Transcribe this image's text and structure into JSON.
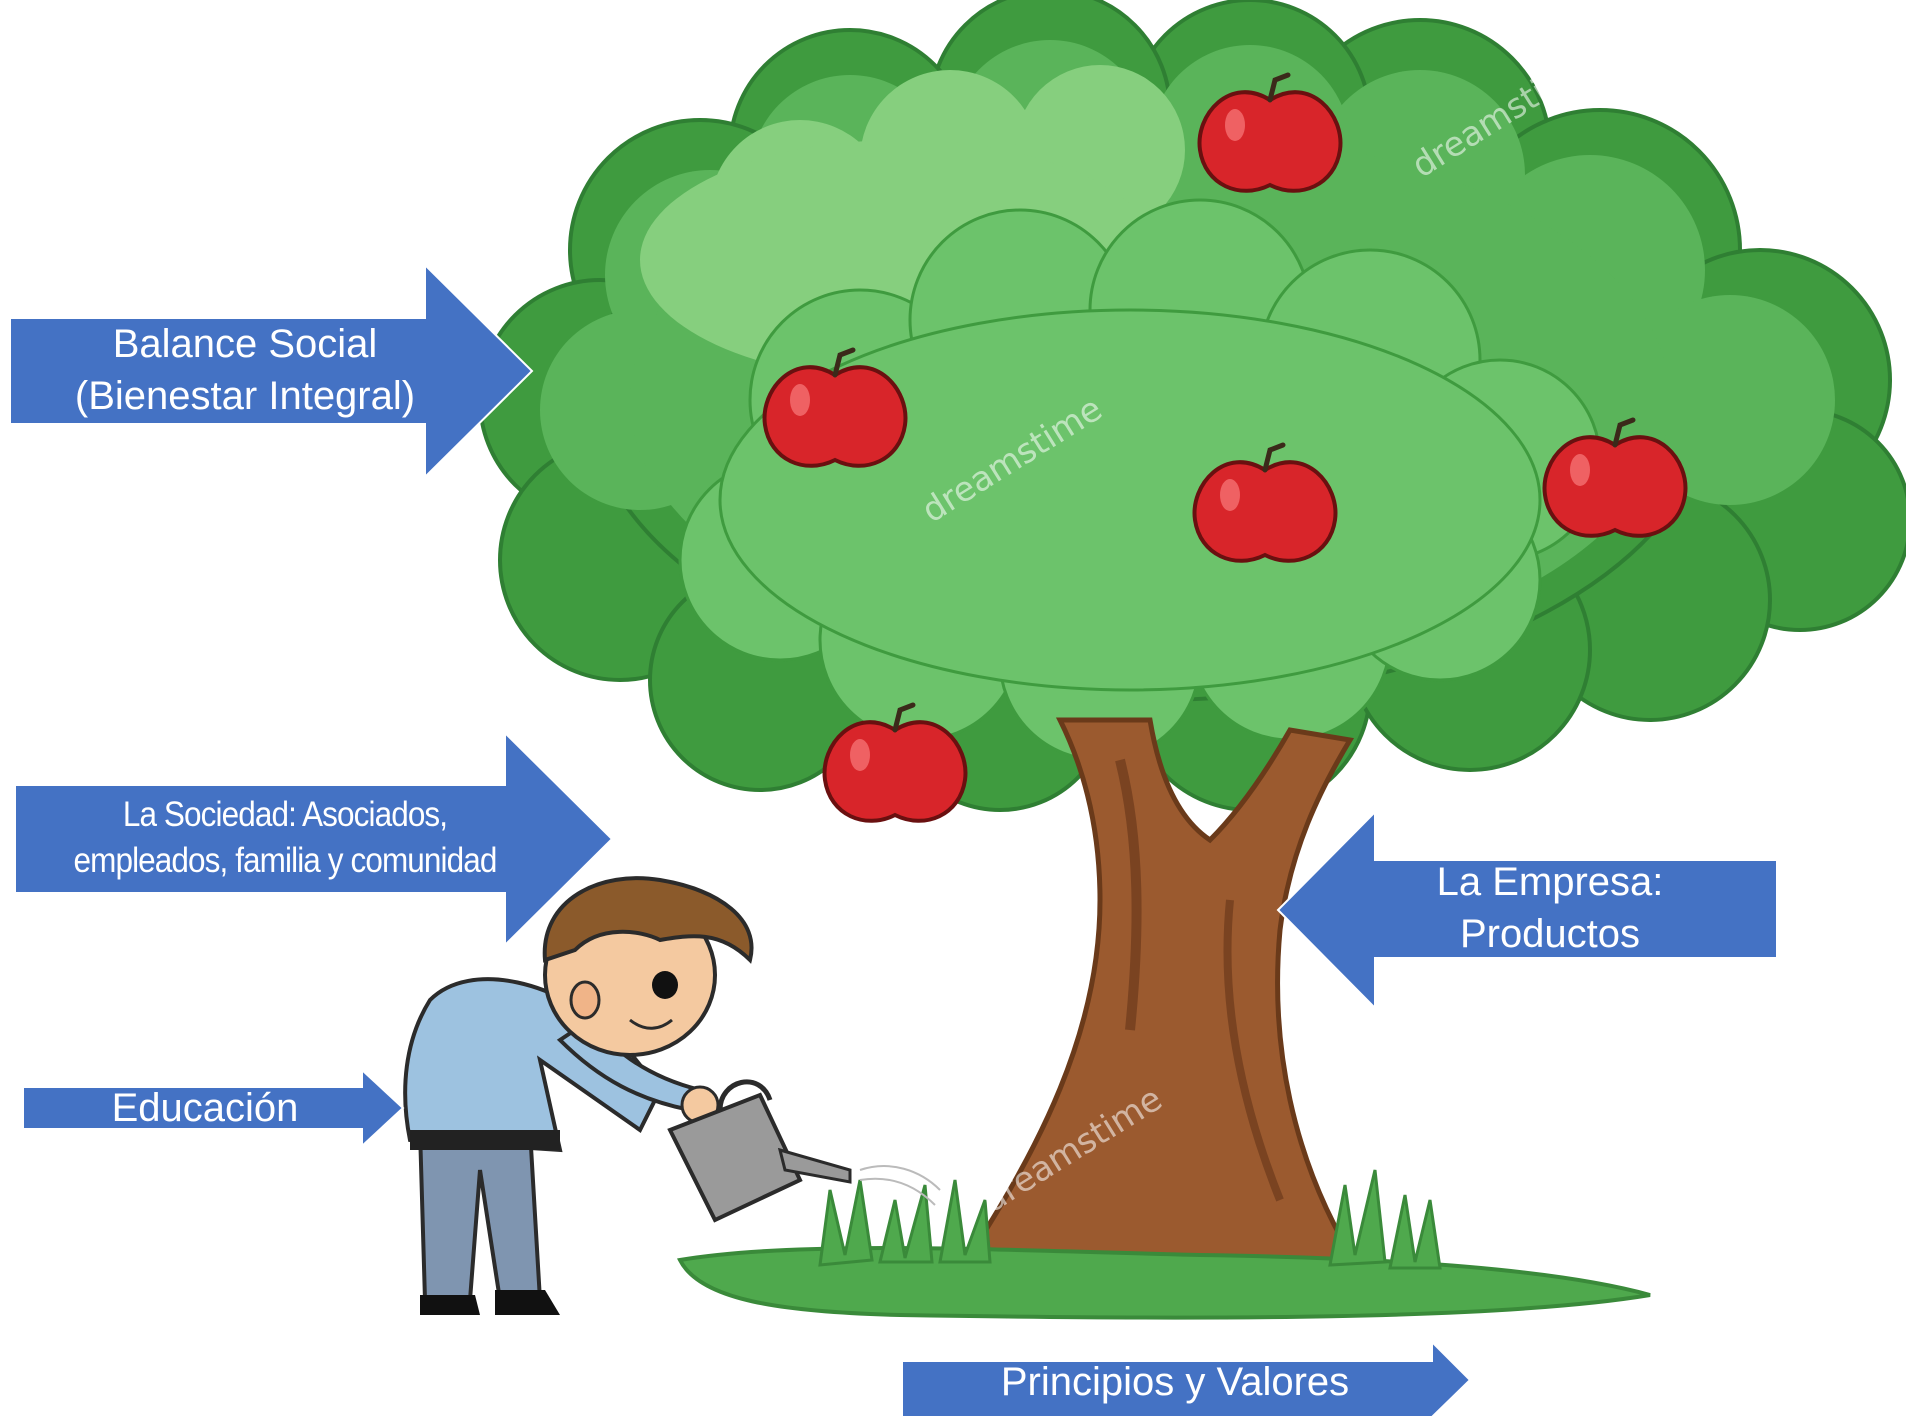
{
  "colors": {
    "arrow": "#4472c4",
    "arrow_border": "#ffffff",
    "leaf_dark": "#3f9b3f",
    "leaf_mid": "#5ab45a",
    "leaf_light": "#86cf7e",
    "trunk": "#9b5a2f",
    "trunk_shadow": "#7a4321",
    "apple": "#d8252a",
    "grass": "#4fa94d"
  },
  "arrows": {
    "balance": {
      "line1": "Balance Social",
      "line2": "(Bienestar Integral)"
    },
    "sociedad": {
      "line1": "La Sociedad: Asociados,",
      "line2": "empleados, familia y comunidad"
    },
    "educacion": {
      "line1": "Educación"
    },
    "empresa": {
      "line1": "La Empresa:",
      "line2": "Productos"
    },
    "principios": {
      "line1": "Principios y Valores"
    }
  },
  "illustration": {
    "icons": [
      "apple-tree-icon",
      "apple-icon",
      "man-watering-icon",
      "watering-can-icon",
      "grass-icon"
    ],
    "watermark": "dreamstime"
  }
}
